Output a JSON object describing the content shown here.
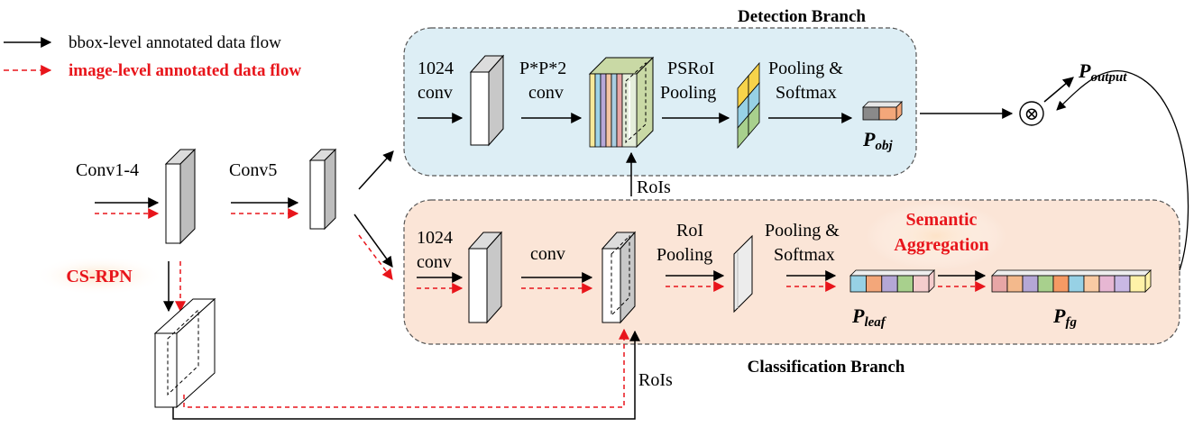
{
  "legend": {
    "bbox_flow": "bbox-level annotated data flow",
    "image_flow": "image-level annotated data flow"
  },
  "branches": {
    "detection_title": "Detection Branch",
    "classification_title": "Classification Branch"
  },
  "stages": {
    "conv1_4": "Conv1-4",
    "conv5": "Conv5",
    "cs_rpn": "CS-RPN",
    "rois_top": "RoIs",
    "rois_bottom": "RoIs"
  },
  "detection": {
    "conv1024_a": "1024",
    "conv1024_b": "conv",
    "ppconv_a": "P*P*2",
    "ppconv_b": "conv",
    "psroi_a": "PSRoI",
    "psroi_b": "Pooling",
    "pool_a": "Pooling &",
    "pool_b": "Softmax"
  },
  "classification": {
    "conv1024_a": "1024",
    "conv1024_b": "conv",
    "conv": "conv",
    "roi_a": "RoI",
    "roi_b": "Pooling",
    "pool_a": "Pooling &",
    "pool_b": "Softmax",
    "sem_a": "Semantic",
    "sem_b": "Aggregation"
  },
  "outputs": {
    "p_obj_main": "P",
    "p_obj_sub": "obj",
    "p_leaf_main": "P",
    "p_leaf_sub": "leaf",
    "p_fg_main": "P",
    "p_fg_sub": "fg",
    "p_output_main": "P",
    "p_output_sub": "output",
    "multiply_symbol": "⊗"
  },
  "colors": {
    "detection_fill": "#ddeef5",
    "classification_fill": "#fbe5d7",
    "red_flow": "#e8151b",
    "leaf_cells": [
      "#97d1e5",
      "#f3a77a",
      "#b4a7d6",
      "#a8d08d",
      "#f4cccc"
    ],
    "fg_cells": [
      "#e7a6a6",
      "#f3b98c",
      "#b4a7d6",
      "#a8d08d",
      "#f59a64",
      "#97d1e5",
      "#f9cba4",
      "#e7b7d3",
      "#c9b8e4",
      "#fff2a8"
    ],
    "obj_cells": [
      "#8a8a8a",
      "#f3a77a"
    ],
    "psroi_grid": [
      "#f7d34a",
      "#97d1e5",
      "#a8d08d"
    ]
  }
}
